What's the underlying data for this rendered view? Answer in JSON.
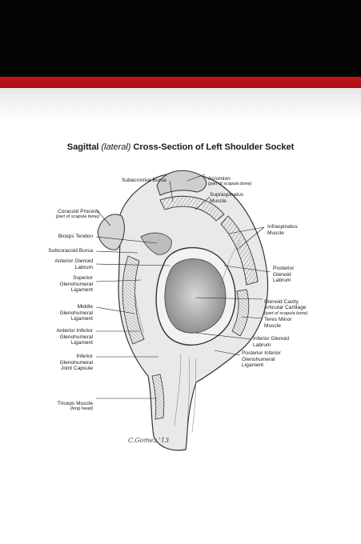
{
  "title": {
    "part1": "Sagittal",
    "part2": "(lateral)",
    "part3": "Cross-Section of Left Shoulder Socket"
  },
  "labels": {
    "acromion": "Acromion",
    "acromion_sub": "(part of scapula bone)",
    "subacromial_bursa": "Subacromial Bursa",
    "supraspinatus": "Supraspinatus\nMuscle",
    "coracoid": "Coracoid Process",
    "coracoid_sub": "(part of scapula bone)",
    "infraspinatus": "Infraspinatus\nMuscle",
    "biceps_tendon": "Biceps Tendon",
    "subcoracoid_bursa": "Subcoracoid Bursa",
    "anterior_glenoid_labrum": "Anterior Glenoid\nLabrum",
    "posterior_glenoid_labrum": "Posterior\nGlenoid\nLabrum",
    "superior_gh_ligament": "Superior\nGlenohumeral\nLigament",
    "glenoid_cavity": "Glenoid Cavity\nArticular Cartilage",
    "glenoid_cavity_sub": "(part of scapula bone)",
    "middle_gh_ligament": "Middle\nGlenohumeral\nLigament",
    "teres_minor": "Teres Minor\nMuscle",
    "anterior_inferior_gh_ligament": "Anterior Inferior\nGlenohumeral\nLigament",
    "inferior_glenoid_labrum": "Inferior Glenoid\nLabrum",
    "posterior_inferior_gh_ligament": "Posterior Inferior\nGlenohumeral\nLigament",
    "inferior_gh_joint_capsule": "Inferior\nGlenohumeral\nJoint Capsule",
    "triceps": "Triceps Muscle",
    "triceps_sub": "(long head)"
  },
  "signature": "C.Gomez '13",
  "colors": {
    "header_band": "#050505",
    "accent_stripe": "#c8141c"
  }
}
